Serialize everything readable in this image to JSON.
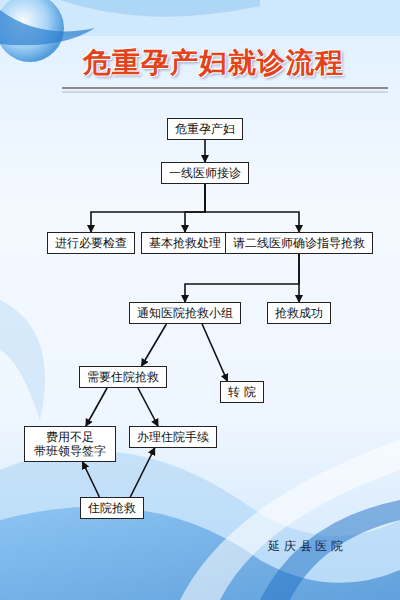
{
  "diagram": {
    "title": "危重孕产妇就诊流程",
    "nodes": [
      {
        "text": [
          "危重孕产妇"
        ]
      },
      {
        "text": [
          "一线医师接诊"
        ]
      },
      {
        "text": [
          "进行必要检查"
        ]
      },
      {
        "text": [
          "基本抢救处理"
        ]
      },
      {
        "text": [
          "请二线医师确诊指导抢救"
        ]
      },
      {
        "text": [
          "通知医院抢救小组"
        ]
      },
      {
        "text": [
          "抢救成功"
        ]
      },
      {
        "text": [
          "需要住院抢救"
        ]
      },
      {
        "text": [
          "转 院"
        ]
      },
      {
        "text": [
          "费用不足 带班领导签字"
        ]
      },
      {
        "text": [
          "办理住院手续"
        ]
      },
      {
        "text": [
          "住院抢救"
        ]
      }
    ],
    "edges": [
      {
        "from": 0,
        "to": 1,
        "arrow": "to"
      },
      {
        "from": 1,
        "to": 2,
        "arrow": "to"
      },
      {
        "from": 1,
        "to": 3,
        "arrow": "to"
      },
      {
        "from": 1,
        "to": 4,
        "arrow": "to"
      },
      {
        "from": 4,
        "to": 5,
        "arrow": "to"
      },
      {
        "from": 4,
        "to": 6,
        "arrow": "to"
      },
      {
        "from": 5,
        "to": 7,
        "arrow": "to"
      },
      {
        "from": 5,
        "to": 8,
        "arrow": "to"
      },
      {
        "from": 7,
        "to": 9,
        "arrow": "to"
      },
      {
        "from": 7,
        "to": 10,
        "arrow": "to"
      },
      {
        "from": 11,
        "to": 9,
        "arrow": "to"
      },
      {
        "from": 11,
        "to": 10,
        "arrow": "to"
      }
    ],
    "labels": [
      "延 庆 县 医 院"
    ]
  }
}
